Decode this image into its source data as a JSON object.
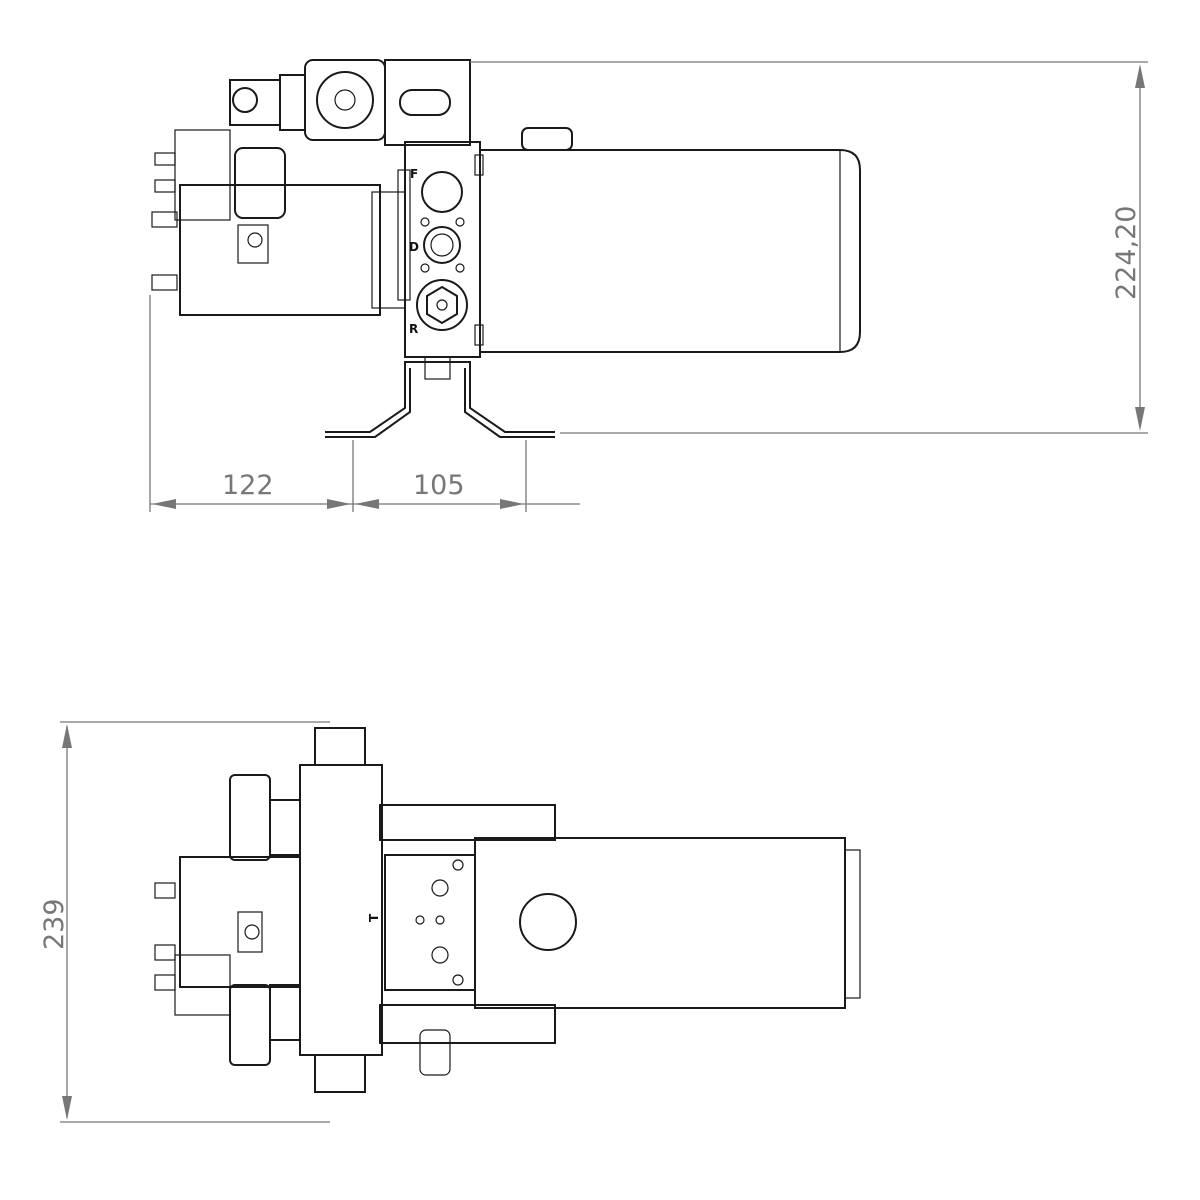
{
  "dimensions": {
    "height_side": "224,20",
    "width_left": "122",
    "width_mid": "105",
    "height_top": "239"
  },
  "port_labels": {
    "f": "F",
    "d": "D",
    "r": "R",
    "t": "T"
  }
}
